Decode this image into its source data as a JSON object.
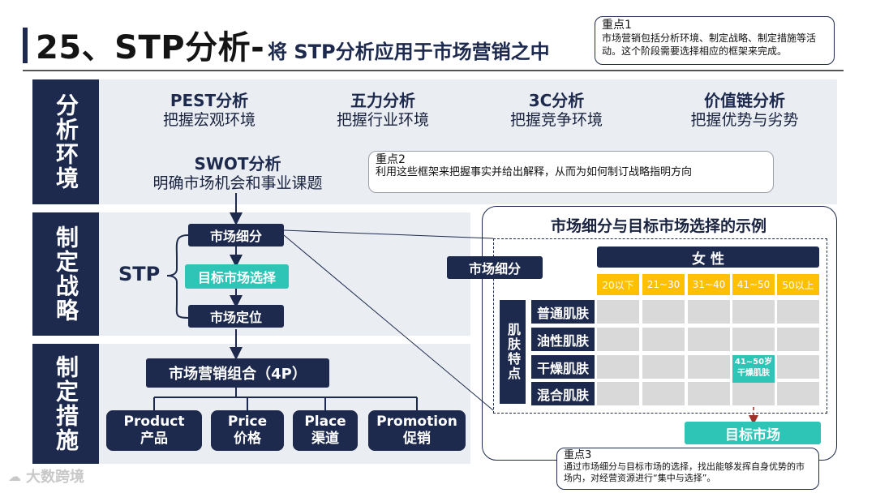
{
  "header": {
    "title_main": "25、STP分析-",
    "title_sub": "将 STP分析应用于市场营销之中"
  },
  "note1": {
    "title": "重点1",
    "text": "市场营销包括分析环境、制定战略、制定措施等活动。这个阶段需要选择相应的框架来完成。"
  },
  "note2": {
    "title": "重点2",
    "text": "利用这些框架来把握事实并给出解释，从而为如何制订战略指明方向"
  },
  "note3": {
    "title": "重点3",
    "text": "通过市场细分与目标市场的选择，找出能够发挥自身优势的市场内，对经营资源进行“集中与选择”。"
  },
  "sections": {
    "analysis": "分析环境",
    "strategy": "制定战略",
    "measures": "制定措施"
  },
  "tools": [
    {
      "name": "PEST分析",
      "desc": "把握宏观环境"
    },
    {
      "name": "五力分析",
      "desc": "把握行业环境"
    },
    {
      "name": "3C分析",
      "desc": "把握竞争环境"
    },
    {
      "name": "价值链分析",
      "desc": "把握优势与劣势"
    }
  ],
  "swot": {
    "name": "SWOT分析",
    "desc": "明确市场机会和事业课题"
  },
  "stp": {
    "label": "STP",
    "steps": [
      "市场细分",
      "目标市场选择",
      "市场定位"
    ]
  },
  "marketing_mix": {
    "title": "市场营销组合（4P）",
    "items": [
      {
        "en": "Product",
        "zh": "产品"
      },
      {
        "en": "Price",
        "zh": "价格"
      },
      {
        "en": "Place",
        "zh": "渠道"
      },
      {
        "en": "Promotion",
        "zh": "促销"
      }
    ]
  },
  "example": {
    "title": "市场细分与目标市场选择的示例",
    "segment_label": "市场细分",
    "gender": "女 性",
    "ages": [
      "20以下",
      "21~30",
      "31~40",
      "41~50",
      "50以上"
    ],
    "skin_header": "肌肤特点",
    "skin_types": [
      "普通肌肤",
      "油性肌肤",
      "干燥肌肤",
      "混合肌肤"
    ],
    "highlight": {
      "line1": "41~50岁",
      "line2": "干燥肌肤"
    },
    "target": "目标市场"
  },
  "watermark": "大数跨境",
  "colors": {
    "navy": "#1d2a4d",
    "teal": "#2ec4b6",
    "amber": "#ffc000",
    "band": "#eaedf2",
    "cell": "#d9d9d9"
  }
}
